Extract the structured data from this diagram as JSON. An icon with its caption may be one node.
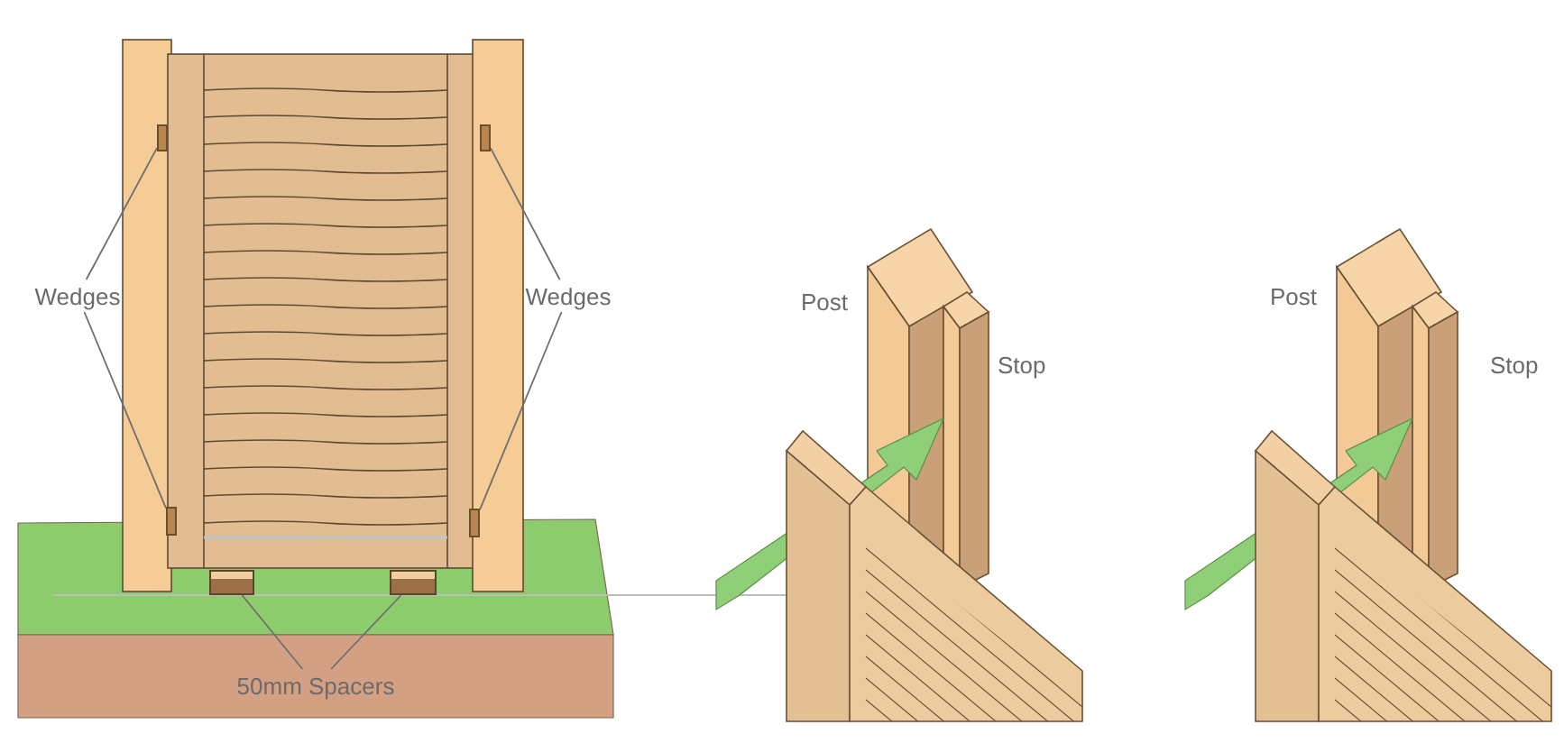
{
  "diagram": {
    "nodes": [
      {
        "text": [
          "Wedges"
        ]
      },
      {
        "text": [],
        "shape": "box"
      },
      {
        "text": [],
        "shape": "box"
      },
      {
        "text": [
          "Wedges"
        ]
      },
      {
        "text": [],
        "shape": "box"
      },
      {
        "text": [],
        "shape": "box"
      },
      {
        "text": [
          "50mm Spacers"
        ]
      },
      {
        "text": [],
        "shape": "box"
      },
      {
        "text": [],
        "shape": "box"
      }
    ],
    "edges": [
      {
        "from": 0,
        "to": 1,
        "arrow": "none"
      },
      {
        "from": 0,
        "to": 2,
        "arrow": "none"
      },
      {
        "from": 3,
        "to": 4,
        "arrow": "none"
      },
      {
        "from": 3,
        "to": 5,
        "arrow": "none"
      },
      {
        "from": 6,
        "to": 7,
        "arrow": "none"
      },
      {
        "from": 6,
        "to": 8,
        "arrow": "none"
      }
    ],
    "labels": [
      "Post",
      "Stop",
      "Post",
      "Stop"
    ]
  }
}
